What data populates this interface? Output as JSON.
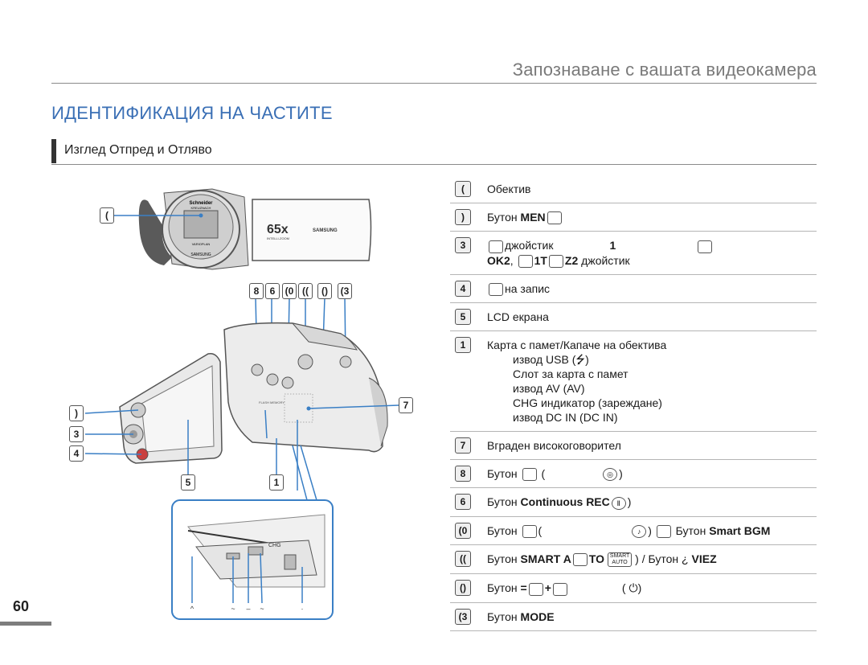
{
  "header": {
    "title": "Запознаване с вашата видеокамера"
  },
  "section": {
    "title": "ИДЕНТИФИКАЦИЯ НА ЧАСТИТЕ",
    "subtitle": "Изглед Отпред и Отляво"
  },
  "illustration": {
    "top_tags": [
      "8",
      "6",
      "(0",
      "((",
      "()",
      "(3"
    ],
    "side_tags": [
      "(",
      ")",
      "3",
      "4",
      "5",
      "1",
      "7"
    ],
    "camera_text": {
      "lens_brand": "Schneider",
      "lens_sub": "KREUZNACH",
      "zoom": "65x",
      "zoom_sub": "INTELLI-ZOOM",
      "brand": "SAMSUNG",
      "lens_info": "VARIOPLAN",
      "charge": "CHG",
      "mic": "FLASH MEMORY"
    },
    "bottom_marks": [
      "^",
      "~",
      "–",
      "~",
      "·"
    ]
  },
  "legend": {
    "items": [
      {
        "num": "(",
        "text": "Обектив"
      },
      {
        "num": ")",
        "pre": "Бутон ",
        "bold": "MEN",
        "post": ""
      },
      {
        "num": "3",
        "line1a": "джойстик",
        "line1b": "1",
        "line1c": "",
        "line2bold1": "OK2",
        "line2mid": ", ",
        "line2bold2": "1T",
        "line2bold3": "Z2",
        "line2post": " джойстик"
      },
      {
        "num": "4",
        "text": "на запис"
      },
      {
        "num": "5",
        "text": "LCD екрана"
      },
      {
        "num": "1",
        "text": "Карта с памет/Капаче на обектива",
        "subs": [
          "извод USB (",
          "Слот за карта с памет",
          "извод AV (AV)",
          "CHG индикатор (зареждане)",
          "извод DC IN (DC IN)"
        ],
        "usb_close": ")"
      },
      {
        "num": "7",
        "text": "Вграден високоговорител"
      },
      {
        "num": "8",
        "pre": "Бутон",
        "mid": "(",
        "post": ")"
      },
      {
        "num": "6",
        "pre": "Бутон ",
        "bold": "Continuous REC",
        "post": ")"
      },
      {
        "num": "(0",
        "pre": "Бутон",
        "mid": "(",
        "post2": ")",
        "pre2": "Бутон ",
        "bold": "Smart BGM"
      },
      {
        "num": "((",
        "pre": "Бутон ",
        "bold": "SMART A",
        "bold2": "TO",
        "badge_top": "SMART",
        "badge_bot": "AUTO",
        "sep": ") / Бутон ",
        "bold3": "VIEZ"
      },
      {
        "num": "()",
        "pre": "Бутон",
        "bold": "=",
        "bold2": "+",
        "mid": "(",
        "post": ")"
      },
      {
        "num": "(3",
        "pre": "Бутон ",
        "bold": "MODE"
      }
    ]
  },
  "page": {
    "number": "60"
  }
}
